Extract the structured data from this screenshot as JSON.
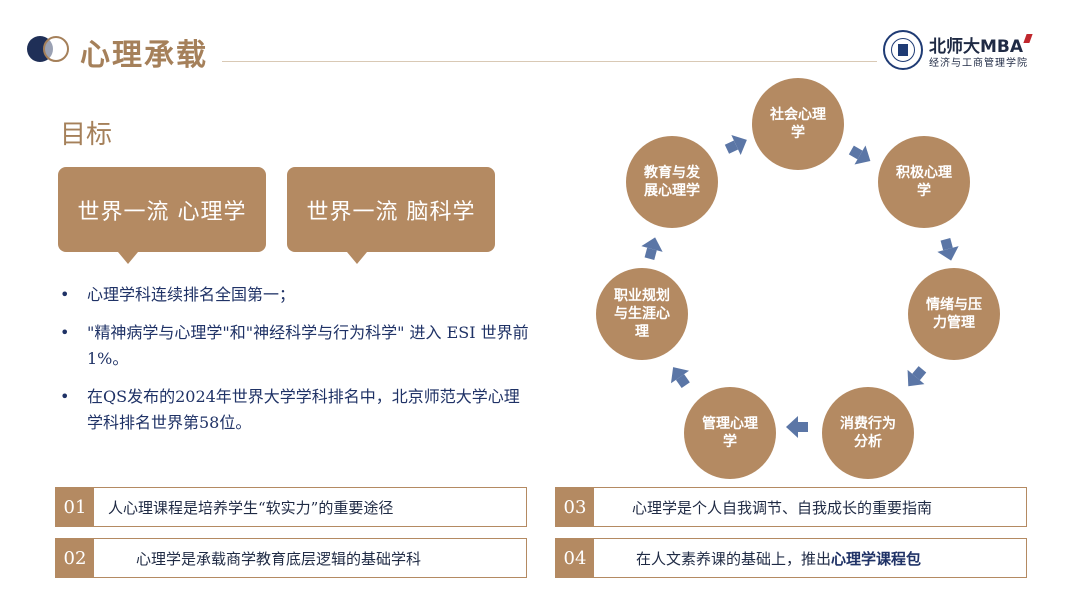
{
  "header": {
    "title": "心理承载",
    "logo_main": "北师大MBA",
    "logo_sub": "经济与工商管理学院"
  },
  "goal": {
    "heading": "目标",
    "cards": [
      "世界一流 心理学",
      "世界一流 脑科学"
    ]
  },
  "bullets": [
    "心理学科连续排名全国第一；",
    "\"精神病学与心理学\"和\"神经科学与行为科学\" 进入 ESI 世界前1%。",
    "在QS发布的2024年世界大学学科排名中，北京师范大学心理学科排名世界第58位。"
  ],
  "rows": [
    {
      "num": "01",
      "text": "人心理课程是培养学生“软实力”的重要途径"
    },
    {
      "num": "02",
      "text": "心理学是承载商学教育底层逻辑的基础学科"
    },
    {
      "num": "03",
      "text": "心理学是个人自我调节、自我成长的重要指南"
    },
    {
      "num": "04",
      "text_prefix": "在人文素养课的基础上，推出",
      "text_highlight": "心理学课程包"
    }
  ],
  "cycle": {
    "nodes": [
      "社会心理学",
      "积极心理学",
      "情绪与压力管理",
      "消费行为分析",
      "管理心理学",
      "职业规划与生涯心理",
      "教育与发展心理学"
    ]
  },
  "colors": {
    "accent": "#b48a62",
    "navy": "#1f3266",
    "arrow": "#5b76a6"
  }
}
